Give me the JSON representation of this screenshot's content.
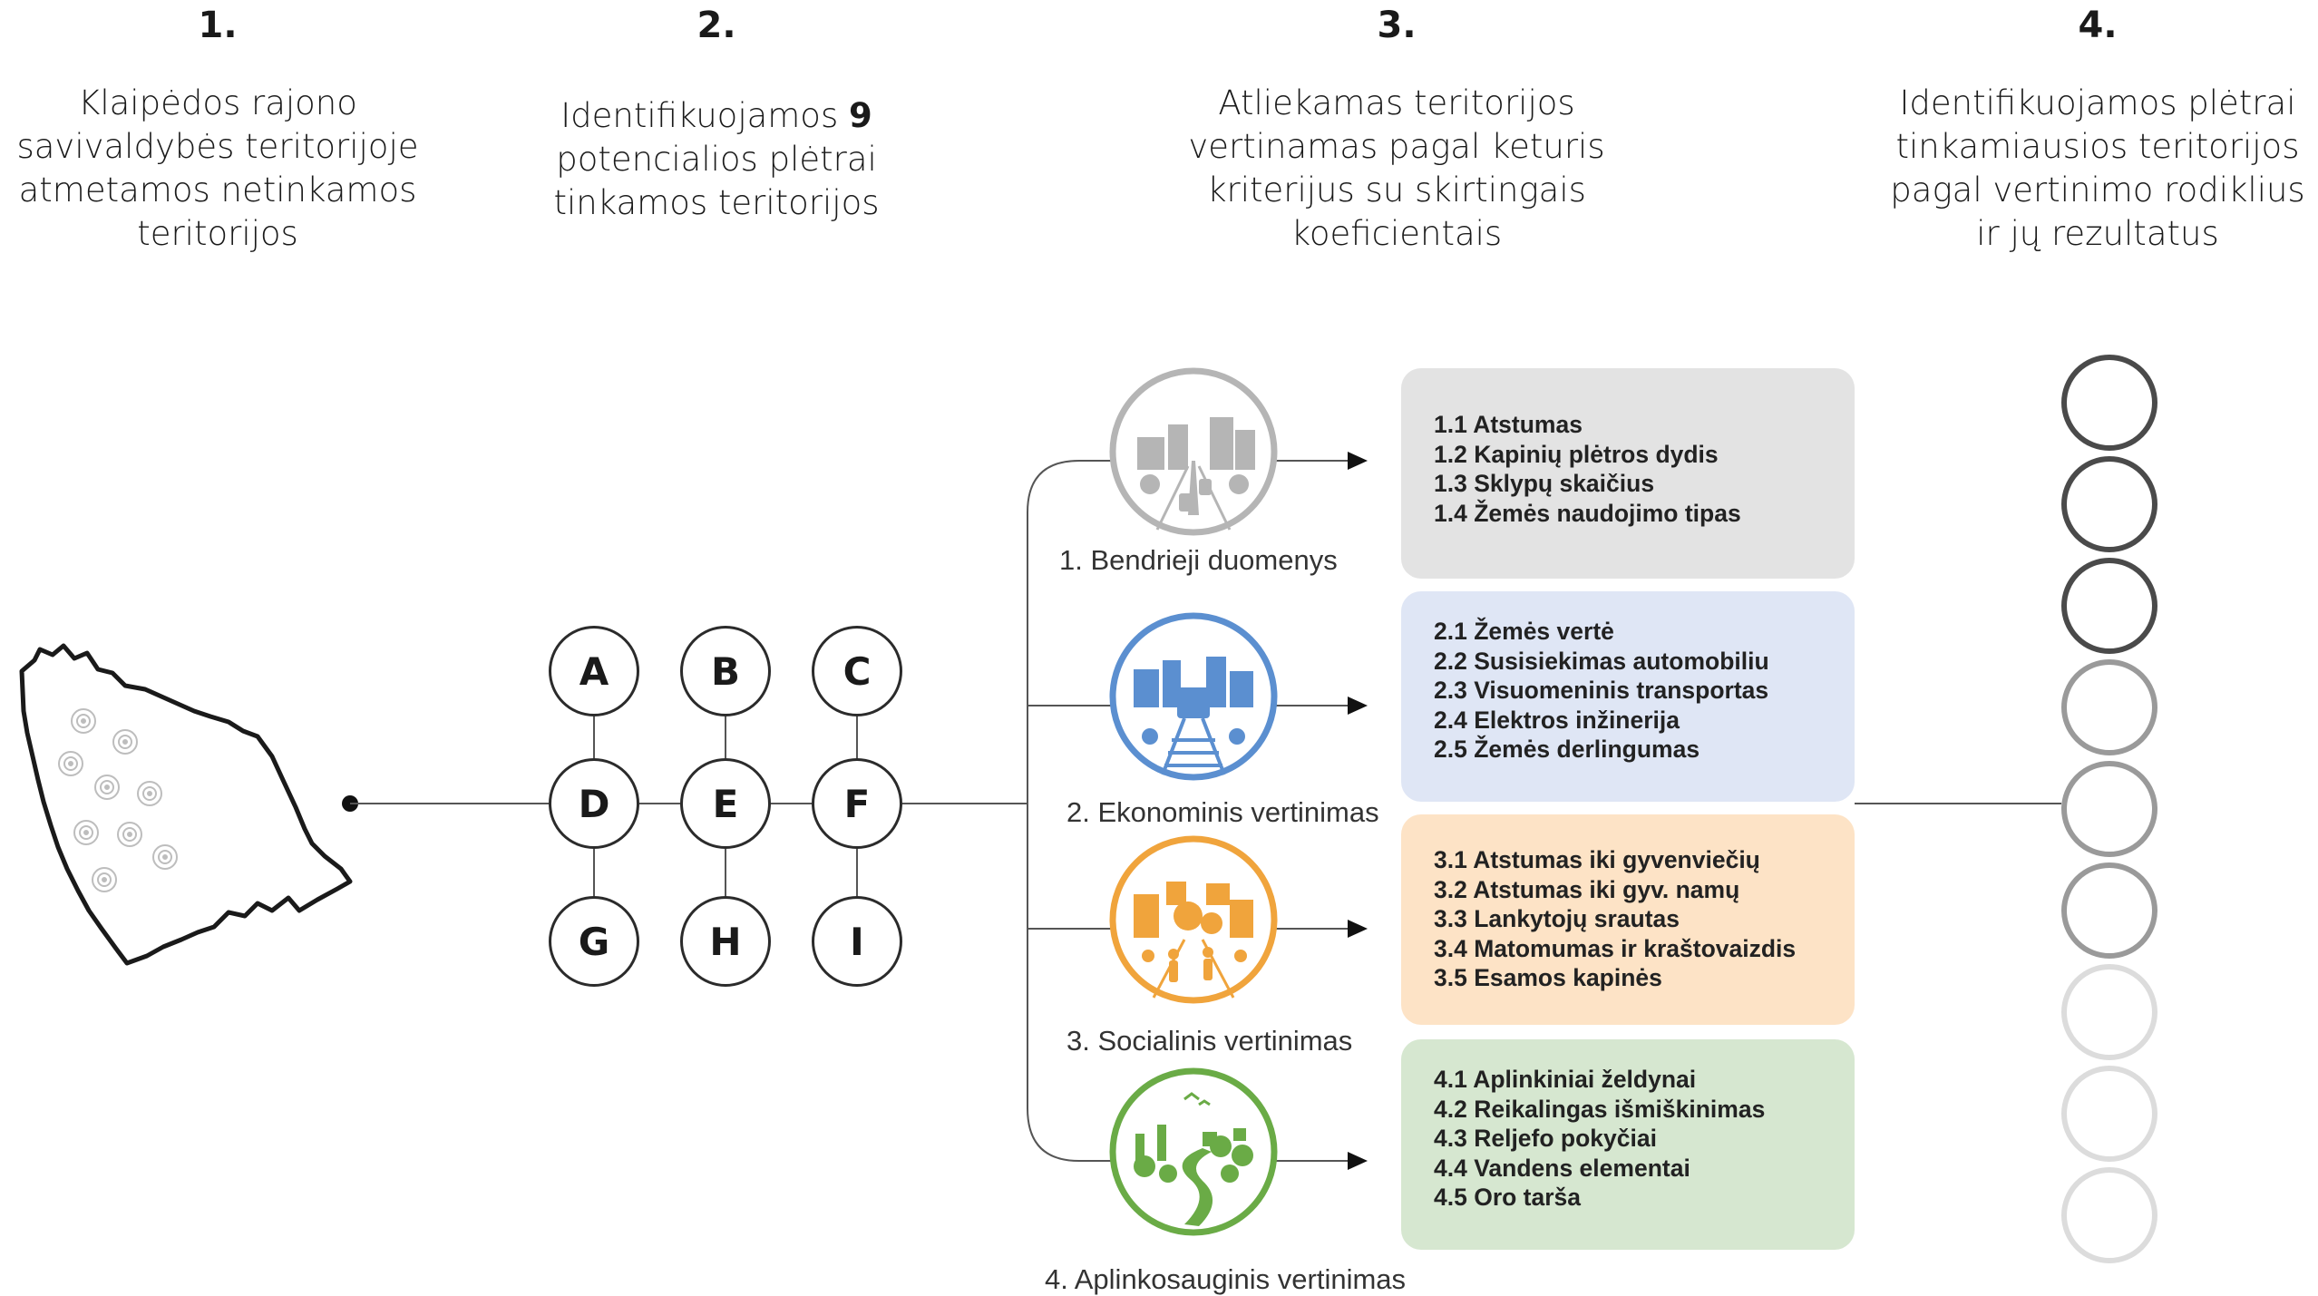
{
  "steps": [
    {
      "num": "1.",
      "lines": [
        "Klaipėdos rajono",
        "savivaldybės teritorijoje",
        "atmetamos netinkamos",
        "teritorijos"
      ]
    },
    {
      "num": "2.",
      "line1_pre": "Identifikuojamos ",
      "line1_bold": "9",
      "lines": [
        "potencialios plėtrai",
        "tinkamos teritorijos"
      ]
    },
    {
      "num": "3.",
      "lines": [
        "Atliekamas teritorijos",
        "vertinamas pagal keturis",
        "kriterijus su skirtingais",
        "koeficientais"
      ]
    },
    {
      "num": "4.",
      "lines": [
        "Identifikuojamos plėtrai",
        "tinkamiausios teritorijos",
        "pagal vertinimo rodiklius",
        "ir jų rezultatus"
      ]
    }
  ],
  "territories": [
    "A",
    "B",
    "C",
    "D",
    "E",
    "F",
    "G",
    "H",
    "I"
  ],
  "criteria": [
    {
      "label": "1. Bendrieji duomenys",
      "color": "#b5b5b5",
      "box_bg": "#e3e3e3",
      "icon": "city-icon",
      "items": [
        "1.1 Atstumas",
        "1.2 Kapinių plėtros dydis",
        "1.3 Sklypų skaičius",
        "1.4 Žemės naudojimo tipas"
      ]
    },
    {
      "label": "2. Ekonominis vertinimas",
      "color": "#5b8fd0",
      "box_bg": "#dfe6f5",
      "icon": "railway-city-icon",
      "items": [
        "2.1 Žemės vertė",
        "2.2 Susisiekimas automobiliu",
        "2.3 Visuomeninis transportas",
        "2.4 Elektros inžinerija",
        "2.5 Žemės derlingumas"
      ]
    },
    {
      "label": "3. Socialinis vertinimas",
      "color": "#f0a43c",
      "box_bg": "#fde3c6",
      "icon": "people-street-icon",
      "items": [
        "3.1 Atstumas iki gyvenviečių",
        "3.2 Atstumas iki gyv. namų",
        "3.3 Lankytojų srautas",
        "3.4 Matomumas ir kraštovaizdis",
        "3.5 Esamos kapinės"
      ]
    },
    {
      "label": "4. Aplinkosauginis vertinimas",
      "color": "#6aab46",
      "box_bg": "#d6e7d0",
      "icon": "nature-park-icon",
      "items": [
        "4.1 Aplinkiniai želdynai",
        "4.2 Reikalingas išmiškinimas",
        "4.3 Reljefo pokyčiai",
        "4.4 Vandens elementai",
        "4.5 Oro tarša"
      ]
    }
  ],
  "result_rings": {
    "count": 9,
    "colors": [
      "#4a4a4a",
      "#4a4a4a",
      "#4a4a4a",
      "#9a9a9a",
      "#9a9a9a",
      "#9a9a9a",
      "#dcdcdc",
      "#dcdcdc",
      "#dcdcdc"
    ]
  }
}
